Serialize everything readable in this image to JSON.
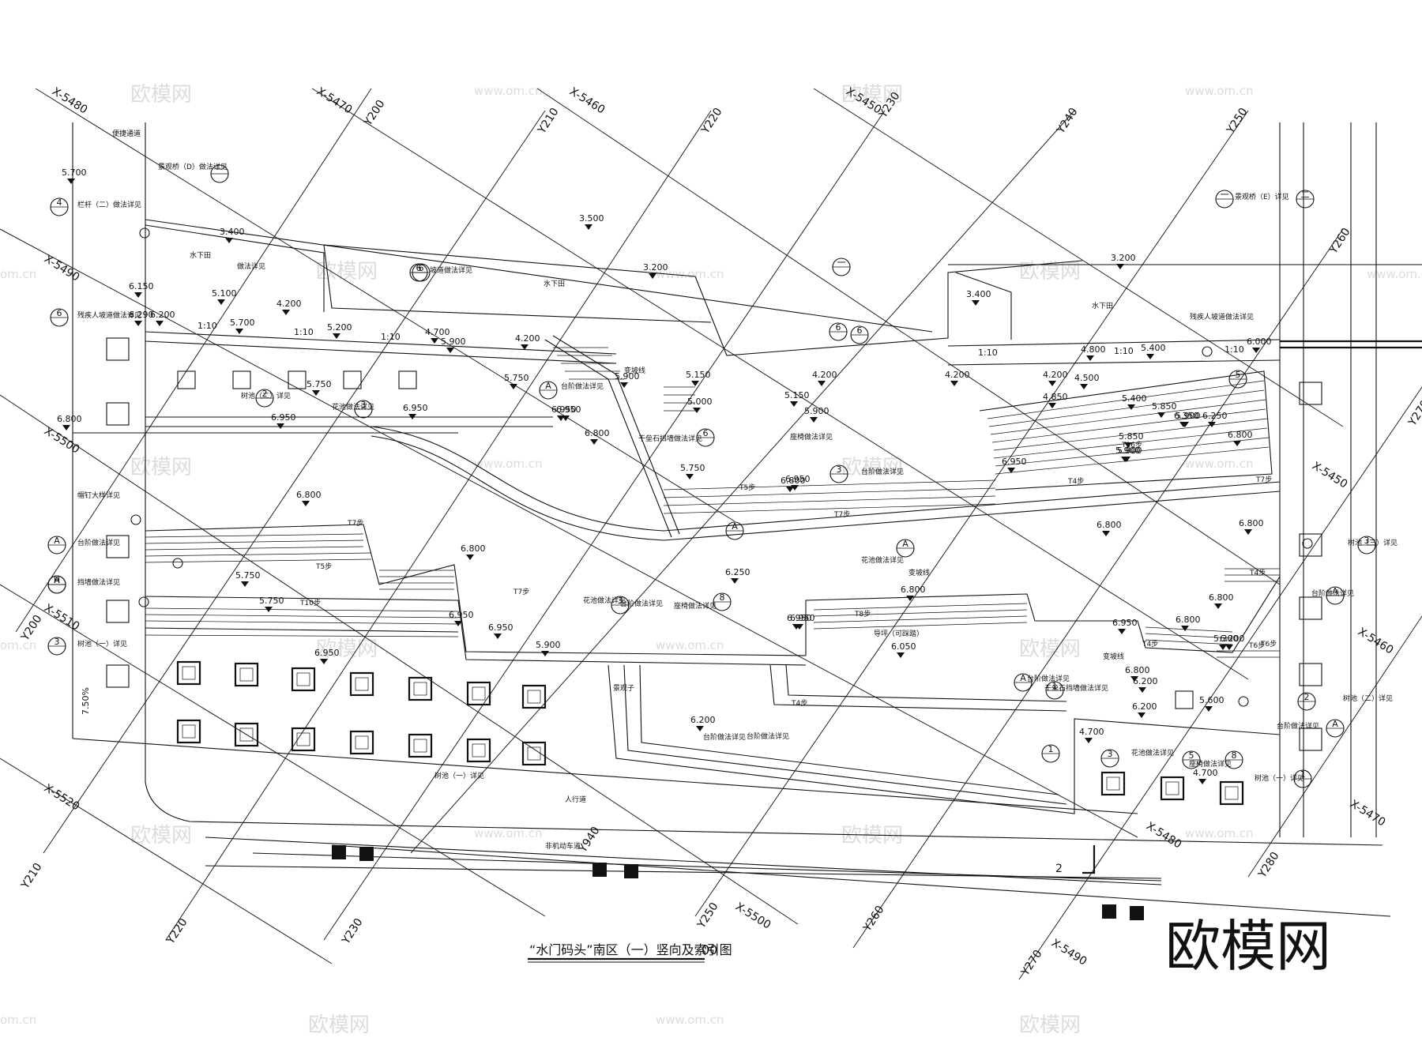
{
  "drawing": {
    "title": "“水门码头”南区（一）竖向及索引图",
    "scale_suffix": "00",
    "logo": "欧模网"
  },
  "watermarks": {
    "logo": "欧模网",
    "url": "www.om.cn",
    "url_short": "om.cn"
  },
  "grid_labels": [
    "X-5480",
    "X-5470",
    "X-5460",
    "X-5450",
    "X-5490",
    "X-5500",
    "X-5510",
    "X-5520",
    "X-5450",
    "X-5460",
    "X-5470",
    "X-5480",
    "X-5490",
    "X-5500",
    "Y200",
    "Y210",
    "Y220",
    "Y230",
    "Y240",
    "Y250",
    "Y260",
    "Y270",
    "Y200",
    "Y210",
    "Y220",
    "Y230",
    "Y940",
    "Y250",
    "Y260",
    "Y270",
    "Y280"
  ],
  "elevations": [
    "5.700",
    "3.400",
    "6.150",
    "5.100",
    "4.200",
    "6.290",
    "6.200",
    "5.700",
    "5.200",
    "4.700",
    "5.900",
    "4.200",
    "5.750",
    "5.750",
    "6.950",
    "6.950",
    "6.950",
    "6.800",
    "5.900",
    "5.150",
    "5.000",
    "6.950",
    "6.800",
    "4.200",
    "5.150",
    "5.900",
    "4.200",
    "3.500",
    "3.200",
    "3.400",
    "3.200",
    "4.800",
    "5.400",
    "6.000",
    "4.200",
    "4.500",
    "4.850",
    "5.400",
    "5.850",
    "5.900",
    "6.250",
    "6.800",
    "5.900",
    "5.850",
    "5.900",
    "6.950",
    "6.350",
    "5.750",
    "6.800",
    "6.950",
    "6.800",
    "6.800",
    "6.800",
    "5.750",
    "5.750",
    "6.950",
    "6.950",
    "5.900",
    "6.250",
    "6.800",
    "6.950",
    "6.800",
    "6.800",
    "6.950",
    "6.950",
    "6.200",
    "6.200",
    "6.800",
    "6.800",
    "6.200",
    "6.050",
    "5.600",
    "5.300",
    "6.200",
    "4.700",
    "4.700",
    "6.950"
  ],
  "dims": {
    "slope_1": "1:10",
    "slope_2": "1:10",
    "slope_3": "1:10",
    "slope_4": "1:10",
    "slope_5": "1:10",
    "slope_6": "1:10",
    "ramp": "7.50%"
  },
  "notes": [
    "便捷通道",
    "景观桥（D）做法详见",
    "栏杆（二）做法详见",
    "残疾人坡道做法详见",
    "水下田",
    "水下田",
    "水下田",
    "坡道做法详见",
    "做法详见",
    "残疾人坡道做法详见",
    "树池（二）详见",
    "花池做法详见",
    "台阶做法详见",
    "变坡线",
    "干垒石挡墙做法详见",
    "座椅做法详见",
    "台阶做法详见",
    "花池做法详见",
    "变坡线",
    "帽钉大样详见",
    "台阶做法详见",
    "挡墙做法详见",
    "树池（一）详见",
    "台阶做法详见",
    "花池做法详见",
    "座椅做法详见",
    "树池（三）详见",
    "台阶做法详见",
    "树池（二）详见",
    "台阶做法详见",
    "花池做法详见",
    "座椅做法详见",
    "树池（一）详见",
    "人行道",
    "非机动车道",
    "景观桥（E）详见",
    "台阶做法详见",
    "导坪（可踩踏）",
    "台阶做法详见",
    "干垒石挡墙做法详见",
    "变坡线",
    "树池（一）详见",
    "台阶做法详见",
    "景观子",
    "T4步",
    "T5步",
    "T7步",
    "T7步",
    "T7步",
    "T4步",
    "T6步",
    "T10步",
    "T8步",
    "T5步",
    "T4步",
    "T6步",
    "T4步",
    "T7步",
    "T16步"
  ],
  "index_marks": [
    "4",
    "6",
    "6",
    "2",
    "3",
    "A",
    "6",
    "3",
    "5",
    "A",
    "A",
    "H",
    "3",
    "6",
    "A",
    "3",
    "8",
    "A",
    "A",
    "1",
    "1",
    "3",
    "8",
    "1",
    "3",
    "A",
    "2",
    "A",
    "5",
    "6",
    "6",
    "一",
    "一",
    "一",
    "二"
  ],
  "misc": {
    "section_mark": "2"
  }
}
